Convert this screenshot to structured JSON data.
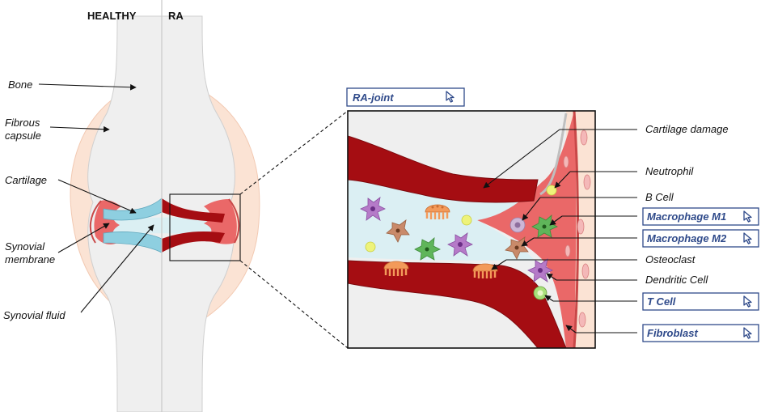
{
  "headers": {
    "healthy": "HEALTHY",
    "ra": "RA"
  },
  "left_labels": {
    "bone": "Bone",
    "fibrous_capsule_1": "Fibrous",
    "fibrous_capsule_2": "capsule",
    "cartilage": "Cartilage",
    "synovial_membrane_1": "Synovial",
    "synovial_membrane_2": "membrane",
    "synovial_fluid": "Synovial fluid"
  },
  "ra_joint_button": "RA-joint",
  "right_labels": {
    "cartilage_damage": "Cartilage damage",
    "neutrophil": "Neutrophil",
    "b_cell": "B Cell",
    "osteoclast": "Osteoclast",
    "dendritic_cell": "Dendritic Cell"
  },
  "buttons": {
    "macrophage_m1": "Macrophage M1",
    "macrophage_m2": "Macrophage M2",
    "t_cell": "T Cell",
    "fibroblast": "Fibroblast"
  },
  "colors": {
    "bone": "#efefef",
    "capsule": "#fbe3d4",
    "cartilage_healthy": "#8ecfe0",
    "cartilage_damaged": "#a50d12",
    "synovium": "#ea6868",
    "fluid": "#dbeff3",
    "button_border": "#2f4a8a"
  },
  "icons": {
    "pointer": "cursor-pointer-icon"
  }
}
